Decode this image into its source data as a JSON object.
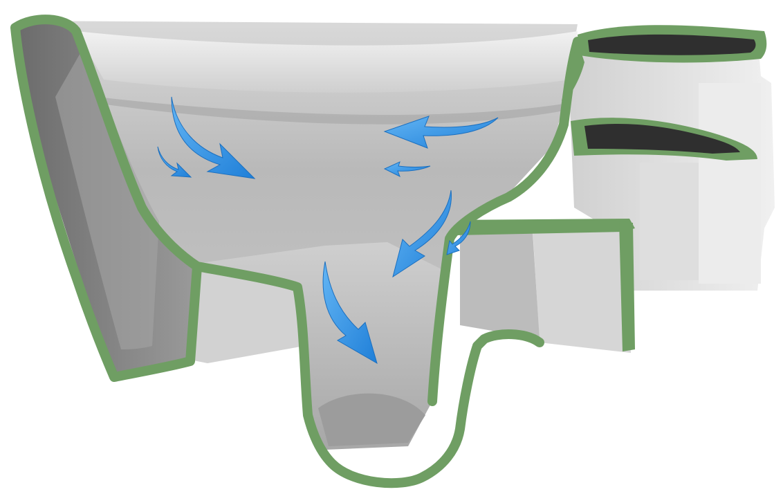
{
  "figure": {
    "subject": "toilet-bowl-cross-section",
    "colors": {
      "background": "#ffffff",
      "section_outline": "#6f9e63",
      "ceramic_light": "#e6e6e6",
      "ceramic_mid": "#bdbdbd",
      "ceramic_dark": "#8a8a8a",
      "channel_dark": "#2f2f2f",
      "arrow_blue": "#2f8fe6",
      "arrow_blue_light": "#63b5f4"
    },
    "arrows": [
      {
        "name": "arrow-rim-left-large",
        "icon": "curved-arrow-icon"
      },
      {
        "name": "arrow-rim-left-small",
        "icon": "curved-arrow-icon"
      },
      {
        "name": "arrow-rim-right-large",
        "icon": "curved-arrow-icon"
      },
      {
        "name": "arrow-rim-right-small",
        "icon": "curved-arrow-icon"
      },
      {
        "name": "arrow-bowl-right-large",
        "icon": "curved-arrow-icon"
      },
      {
        "name": "arrow-bowl-right-small",
        "icon": "curved-arrow-icon"
      },
      {
        "name": "arrow-trap-down",
        "icon": "curved-arrow-icon"
      }
    ]
  }
}
